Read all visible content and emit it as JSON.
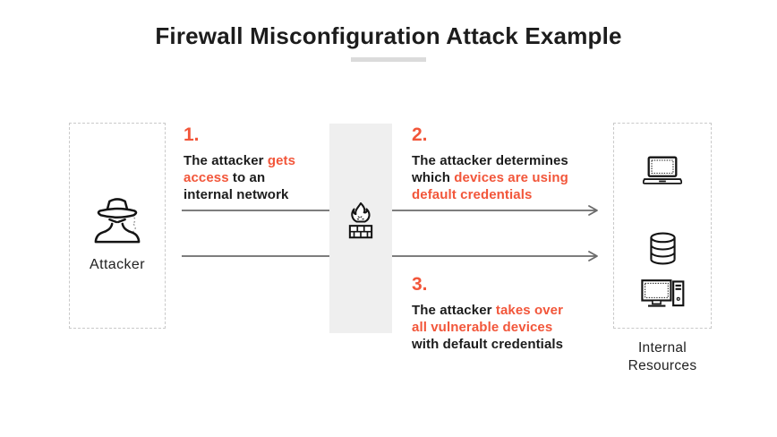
{
  "title": "Firewall Misconfiguration Attack Example",
  "colors": {
    "accent": "#f2563a",
    "text_dark": "#1c1c1c",
    "band_gray": "#efefef",
    "arrow_gray": "#6b6b6b",
    "dashed_border": "#c9c9c9",
    "title_underline": "#dbdbdb"
  },
  "attacker": {
    "label": "Attacker",
    "icon": "spy-icon"
  },
  "firewall": {
    "icon": "firewall-brick-flame-icon"
  },
  "internal_resources": {
    "label": "Internal Resources",
    "icons": [
      "laptop-icon",
      "database-icon",
      "desktop-computer-icon"
    ]
  },
  "steps": [
    {
      "number": "1.",
      "lines": [
        [
          {
            "t": "The attacker ",
            "c": "dark"
          },
          {
            "t": "gets",
            "c": "accent"
          }
        ],
        [
          {
            "t": "access",
            "c": "accent"
          },
          {
            "t": " to an",
            "c": "dark"
          }
        ],
        [
          {
            "t": "internal network",
            "c": "dark"
          }
        ]
      ]
    },
    {
      "number": "2.",
      "lines": [
        [
          {
            "t": "The attacker determines",
            "c": "dark"
          }
        ],
        [
          {
            "t": "which ",
            "c": "dark"
          },
          {
            "t": "devices are using",
            "c": "accent"
          }
        ],
        [
          {
            "t": "default credentials",
            "c": "accent"
          }
        ]
      ]
    },
    {
      "number": "3.",
      "lines": [
        [
          {
            "t": "The attacker ",
            "c": "dark"
          },
          {
            "t": "takes over",
            "c": "accent"
          }
        ],
        [
          {
            "t": "all vulnerable devices",
            "c": "accent"
          }
        ],
        [
          {
            "t": "with default credentials",
            "c": "dark"
          }
        ]
      ]
    }
  ]
}
